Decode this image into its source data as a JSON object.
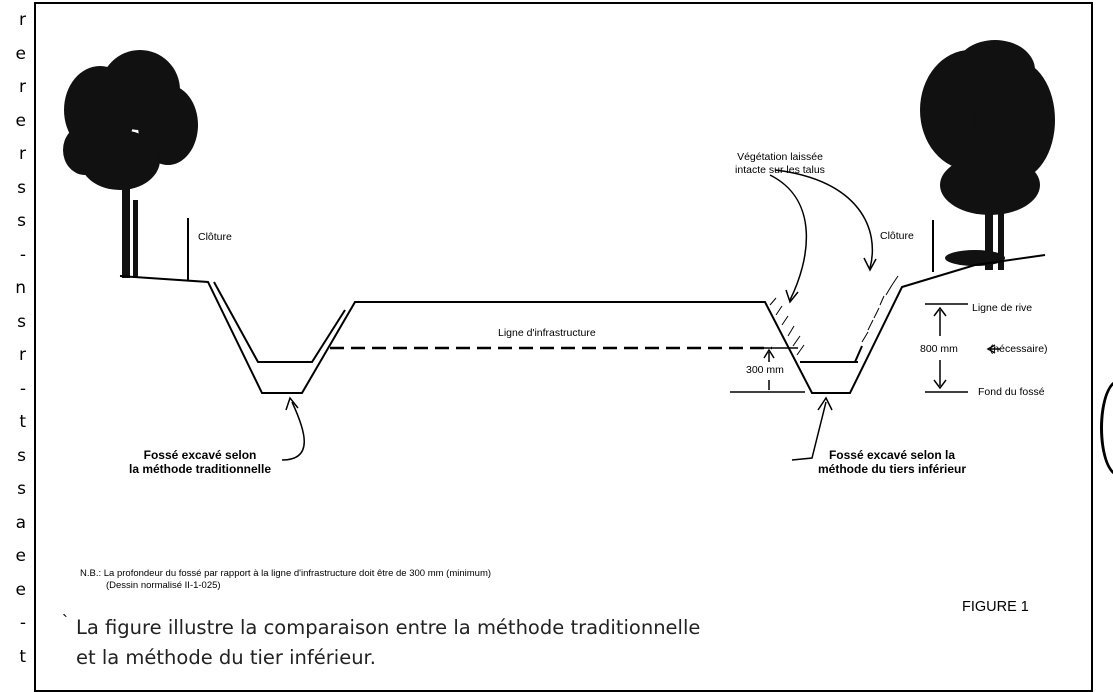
{
  "side_letters": [
    "r",
    "e",
    "r",
    "e",
    "r",
    "s",
    "s",
    "-",
    "n",
    "s",
    "r",
    "-",
    "t",
    "s",
    "s",
    "a",
    "e",
    "e",
    "-",
    "t"
  ],
  "labels": {
    "cloture_left": "Clôture",
    "cloture_right": "Clôture",
    "vegetation_line1": "Végétation laissée",
    "vegetation_line2": "intacte sur les talus",
    "ligne_infrastructure": "Ligne d'infrastructure",
    "ligne_de_rive": "Ligne de rive",
    "dim_800": "800 mm",
    "necessaire": "(nécessaire)",
    "fond_du_fosse": "Fond du fossé",
    "dim_300": "300 mm",
    "fosse_trad_line1": "Fossé excavé selon",
    "fosse_trad_line2": "la méthode traditionnelle",
    "fosse_tiers_line1": "Fossé excavé selon la",
    "fosse_tiers_line2": "méthode du tiers inférieur"
  },
  "note_line1": "N.B.: La profondeur du fossé par rapport à la ligne d'infrastructure doit être de 300 mm (minimum)",
  "note_line2": "(Dessin normalisé II-1-025)",
  "figure_label": "FIGURE 1",
  "caption_tick": "`",
  "caption_line1": "La figure illustre la comparaison entre la méthode traditionnelle",
  "caption_line2": "et la méthode du tier inférieur."
}
